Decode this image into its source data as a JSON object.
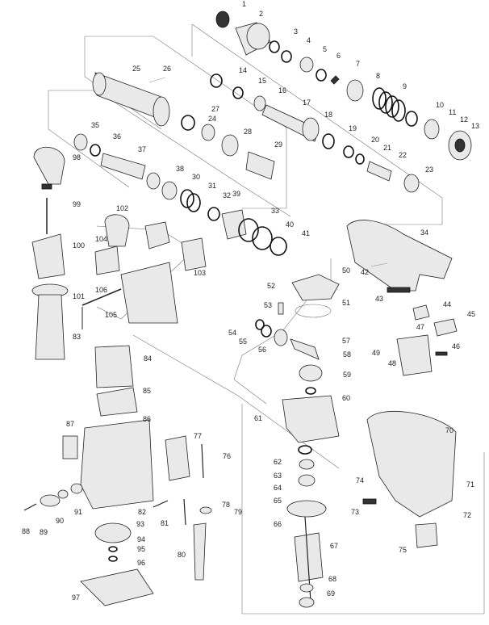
{
  "labels": [
    "1",
    "2",
    "3",
    "4",
    "5",
    "6",
    "7",
    "8",
    "9",
    "10",
    "11",
    "12",
    "13",
    "14",
    "15",
    "16",
    "17",
    "18",
    "19",
    "20",
    "21",
    "22",
    "23",
    "24",
    "25",
    "26",
    "27",
    "28",
    "29",
    "30",
    "31",
    "32",
    "33",
    "34",
    "35",
    "36",
    "37",
    "38",
    "39",
    "40",
    "41",
    "42",
    "43",
    "44",
    "45",
    "46",
    "47",
    "48",
    "49",
    "50",
    "51",
    "52",
    "53",
    "54",
    "55",
    "56",
    "57",
    "58",
    "59",
    "60",
    "61",
    "62",
    "63",
    "64",
    "65",
    "66",
    "67",
    "68",
    "69",
    "70",
    "71",
    "72",
    "73",
    "74",
    "75",
    "76",
    "77",
    "78",
    "79",
    "80",
    "81",
    "82",
    "83",
    "84",
    "85",
    "86",
    "87",
    "88",
    "89",
    "90",
    "91",
    "93",
    "94",
    "95",
    "96",
    "97",
    "98",
    "99",
    "100",
    "101",
    "102",
    "103",
    "104",
    "105",
    "106"
  ]
}
